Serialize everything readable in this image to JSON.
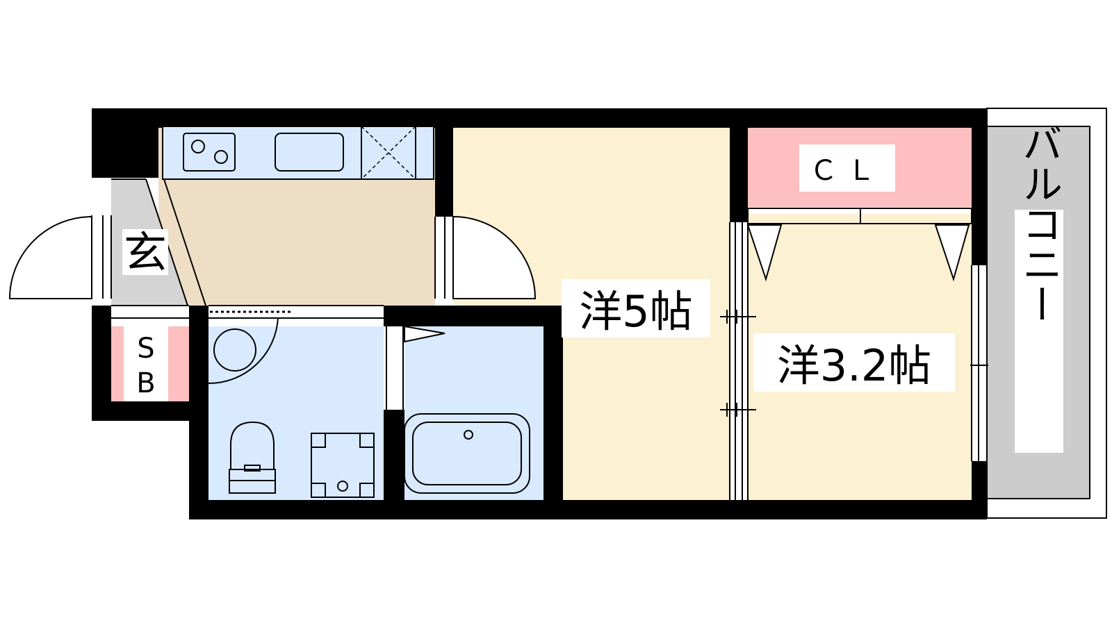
{
  "floor_plan": {
    "rooms": {
      "entrance": "玄",
      "storage": "ＳＢ",
      "western_room_a": "洋5帖",
      "western_room_b": "洋3.2帖",
      "closet": "ＣＬ",
      "balcony": "バルコニー"
    },
    "colors": {
      "wall": "#000000",
      "kitchen_floor": "#eedec6",
      "wet_area_floor": "#d9eaff",
      "room_floor": "#fdf1d3",
      "closet_floor": "#fdbfbf",
      "storage_floor": "#fdbfbf",
      "entrance_floor": "#d4d4d4",
      "balcony_floor": "#cccccc"
    }
  }
}
